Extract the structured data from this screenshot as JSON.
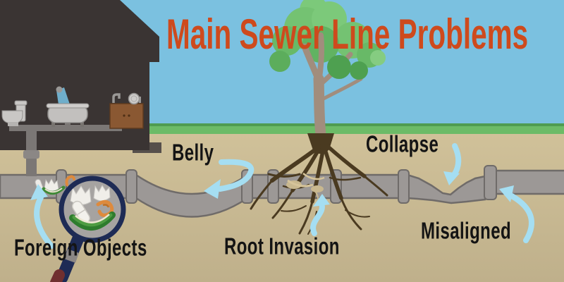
{
  "title": "Main Sewer Line Problems",
  "labels": {
    "belly": "Belly",
    "collapse": "Collapse",
    "foreign_objects": "Foreign Objects",
    "root_invasion": "Root Invasion",
    "misaligned": "Misaligned"
  },
  "problems": [
    {
      "name": "Belly",
      "description_icon": "sagging-pipe"
    },
    {
      "name": "Collapse",
      "description_icon": "crushed-pipe"
    },
    {
      "name": "Foreign Objects",
      "description_icon": "magnified-debris"
    },
    {
      "name": "Root Invasion",
      "description_icon": "tree-roots-in-pipe"
    },
    {
      "name": "Misaligned",
      "description_icon": "offset-pipe-joint"
    }
  ],
  "colors": {
    "title_orange": "#CE4A1D",
    "label_black": "#141414",
    "sky_blue": "#7BC1E0",
    "grass_green": "#6CBB67",
    "ground_tan": "#C8B992",
    "pipe_gray": "#9C9896",
    "arrow_blue": "#A5DEF2",
    "house_dark": "#3A3433",
    "magnifier_navy": "#1E2B55",
    "root_brown": "#4A3A20"
  }
}
